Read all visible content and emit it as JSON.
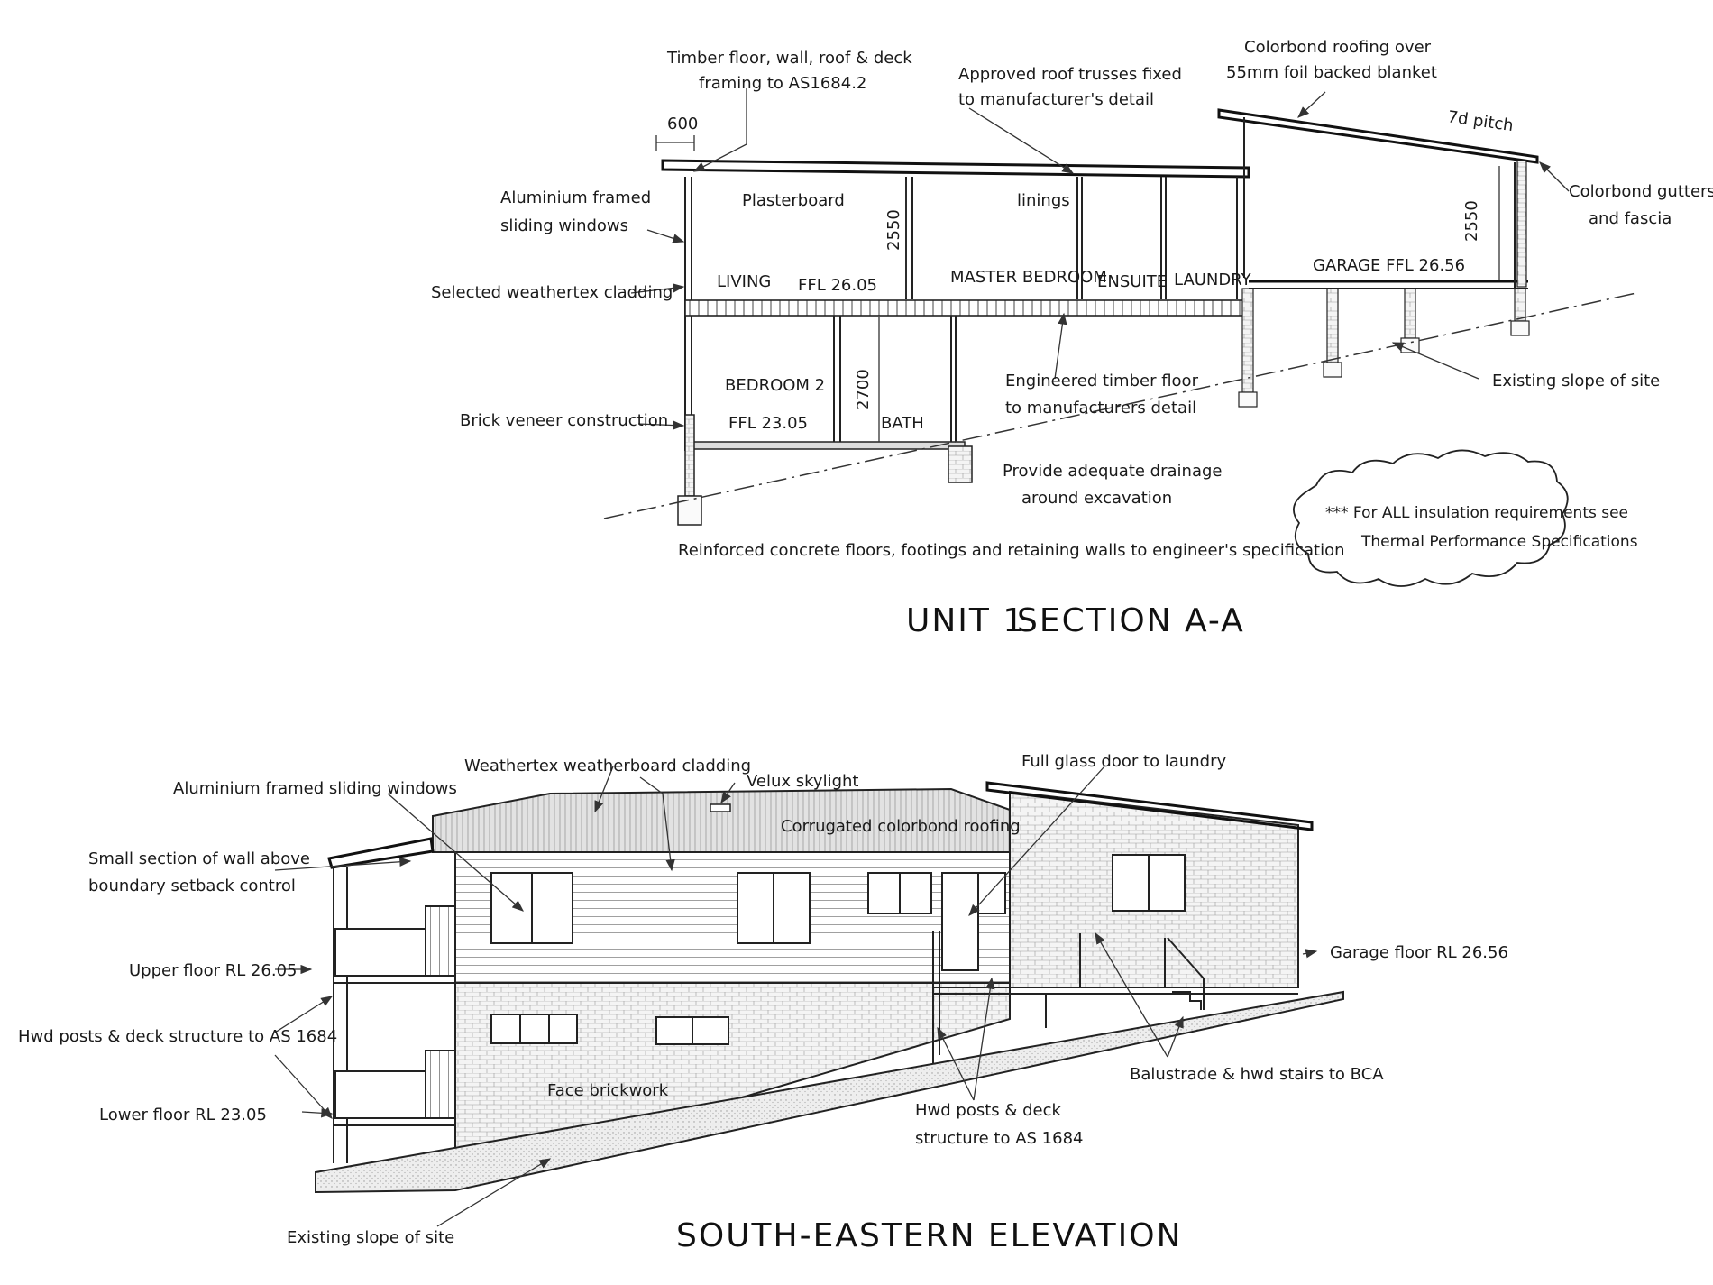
{
  "section": {
    "title_unit": "UNIT 1",
    "title_section": "SECTION A-A",
    "dim_600": "600",
    "dim_2550_main": "2550",
    "dim_2550_garage": "2550",
    "dim_2700": "2700",
    "pitch": "7d pitch",
    "rooms": {
      "plasterboard": "Plasterboard",
      "linings": "linings",
      "living": "LIVING",
      "ffl_upper": "FFL 26.05",
      "master": "MASTER BEDROOM",
      "ensuite": "ENSUITE",
      "laundry": "LAUNDRY",
      "garage": "GARAGE FFL 26.56",
      "bedroom2": "BEDROOM 2",
      "ffl_lower": "FFL 23.05",
      "bath": "BATH"
    },
    "notes": {
      "timber_1": "Timber floor, wall, roof & deck",
      "timber_2": "framing to AS1684.2",
      "trusses_1": "Approved roof trusses fixed",
      "trusses_2": "to manufacturer's detail",
      "colorbond_1": "Colorbond roofing over",
      "colorbond_2": "55mm foil backed blanket",
      "gutters_1": "Colorbond gutters,",
      "gutters_2": "and fascia",
      "windows_1": "Aluminium framed",
      "windows_2": "sliding windows",
      "cladding": "Selected weathertex cladding",
      "brick": "Brick veneer construction",
      "eng_floor_1": "Engineered timber floor",
      "eng_floor_2": "to manufacturers detail",
      "slope": "Existing slope of site",
      "drainage_1": "Provide adequate drainage",
      "drainage_2": "around excavation",
      "concrete": "Reinforced concrete floors, footings and retaining walls to engineer's specification",
      "insulation_1": "*** For ALL insulation requirements see",
      "insulation_2": "Thermal Performance Specifications"
    }
  },
  "elevation": {
    "title": "SOUTH-EASTERN ELEVATION",
    "notes": {
      "windows": "Aluminium framed sliding windows",
      "weatherboard": "Weathertex weatherboard cladding",
      "velux": "Velux skylight",
      "corrugated": "Corrugated colorbond roofing",
      "glass_door": "Full glass door to laundry",
      "small_wall_1": "Small section of wall above",
      "small_wall_2": "boundary setback control",
      "upper_floor": "Upper floor RL 26.05",
      "hwd_posts_left": "Hwd posts & deck structure to AS 1684",
      "lower_floor": "Lower floor RL 23.05",
      "face_brick": "Face brickwork",
      "garage_floor": "Garage floor RL 26.56",
      "balustrade": "Balustrade & hwd stairs to BCA",
      "hwd_posts_1": "Hwd posts & deck",
      "hwd_posts_2": "structure to AS 1684",
      "slope": "Existing slope of site"
    }
  }
}
